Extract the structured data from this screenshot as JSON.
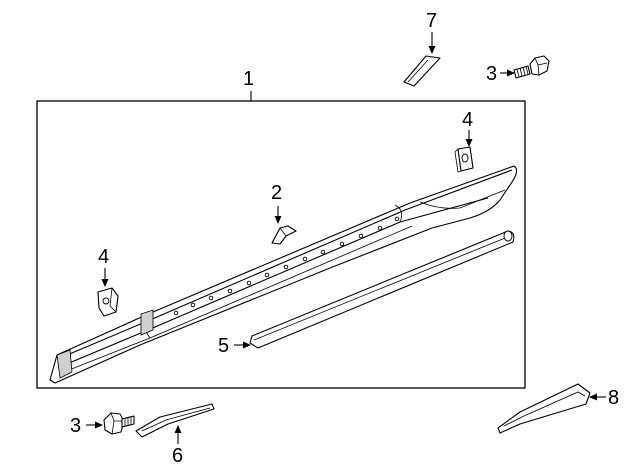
{
  "callouts": {
    "c1": "1",
    "c2": "2",
    "c3_top": "3",
    "c3_bottom": "3",
    "c4_right": "4",
    "c4_left": "4",
    "c5": "5",
    "c6": "6",
    "c7": "7",
    "c8": "8"
  },
  "icons": {
    "arrow": "arrow-icon",
    "bolt": "bolt-icon"
  },
  "colors": {
    "line": "#000000",
    "background": "#ffffff",
    "shade": "#cfcfcf"
  }
}
